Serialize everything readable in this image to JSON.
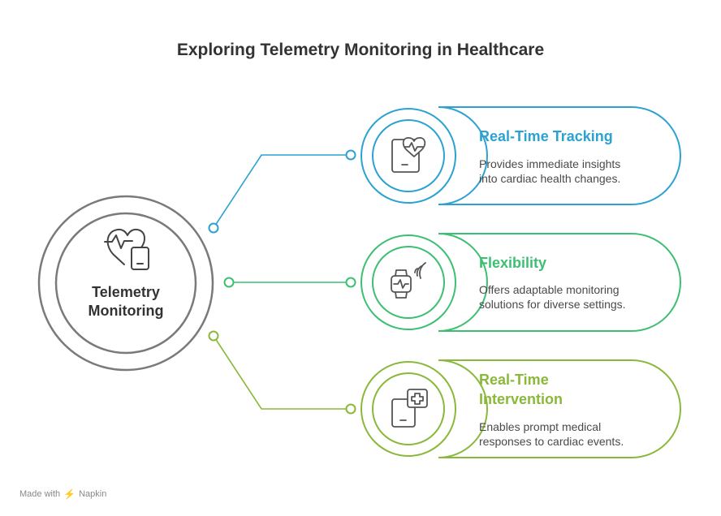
{
  "title": "Exploring Telemetry Monitoring in Healthcare",
  "center": {
    "label_line1": "Telemetry",
    "label_line2": "Monitoring",
    "icon": "heart-tablet-icon"
  },
  "items": [
    {
      "title": "Real-Time Tracking",
      "title_line2": "",
      "desc_line1": "Provides immediate insights",
      "desc_line2": "into cardiac health changes.",
      "icon": "tablet-heart-icon",
      "color": "#2ba2d1"
    },
    {
      "title": "Flexibility",
      "title_line2": "",
      "desc_line1": "Offers adaptable monitoring",
      "desc_line2": "solutions for diverse settings.",
      "icon": "smartwatch-signal-icon",
      "color": "#3dbf72"
    },
    {
      "title": "Real-Time",
      "title_line2": "Intervention",
      "desc_line1": "Enables prompt medical",
      "desc_line2": "responses to cardiac events.",
      "icon": "tablet-medical-cross-icon",
      "color": "#8ab83a"
    }
  ],
  "footer": {
    "made_with": "Made with",
    "brand": "Napkin"
  }
}
